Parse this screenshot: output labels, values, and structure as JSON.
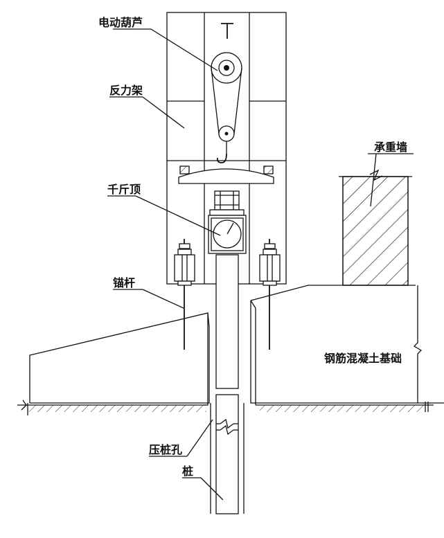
{
  "labels": {
    "hoist": "电动葫芦",
    "reaction_frame": "反力架",
    "jack": "千斤顶",
    "anchor_rod": "锚杆",
    "pile_hole": "压桩孔",
    "pile": "桩",
    "load_bearing_wall": "承重墙",
    "rc_foundation": "钢筋混凝土基础"
  }
}
